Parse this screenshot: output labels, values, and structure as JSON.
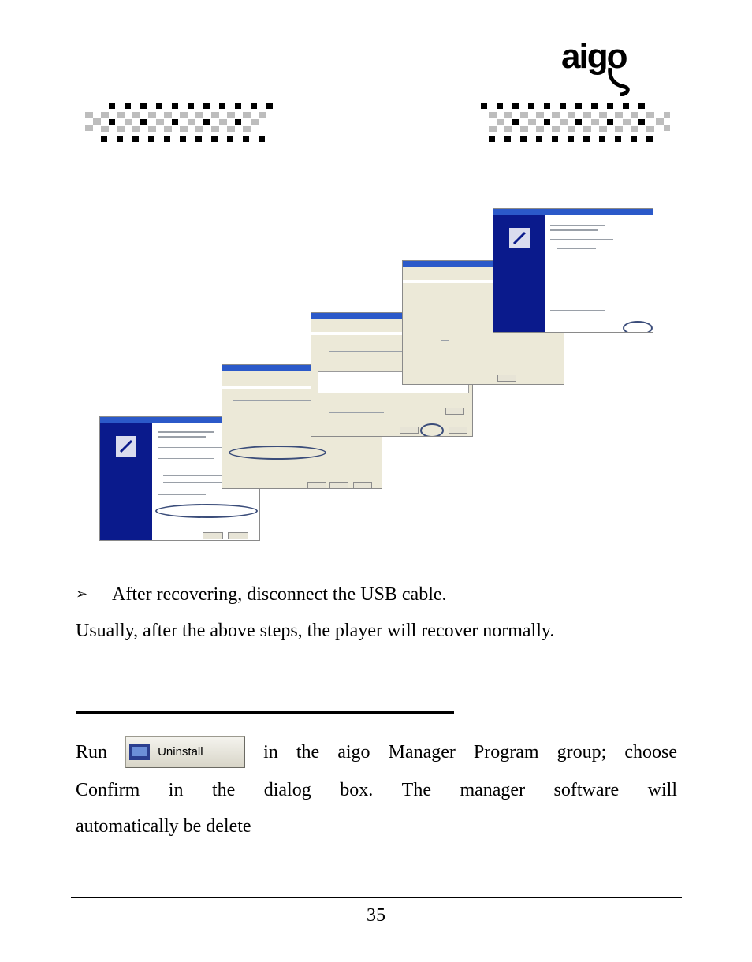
{
  "header": {
    "logo_text": "aigo"
  },
  "body": {
    "bullet_arrow": "➢",
    "bullet_text": "After recovering, disconnect the USB cable.",
    "paragraph1": "Usually, after the above steps, the player will recover normally.",
    "uninstall": {
      "run_word": "Run",
      "button_label": "Uninstall",
      "line1_rest": [
        "in",
        "the",
        "aigo",
        "Manager",
        "Program",
        "group;",
        "choose"
      ],
      "line2": [
        "Confirm",
        "in",
        "the",
        "dialog",
        "box.",
        "The",
        "manager",
        "software",
        "will"
      ],
      "line3": "automatically be delete"
    }
  },
  "footer": {
    "page_number": "35"
  },
  "colors": {
    "accent_blue": "#0a1a8c",
    "titlebar_blue": "#2b59c9"
  }
}
